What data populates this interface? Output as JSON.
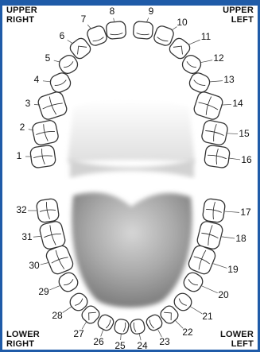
{
  "labels": {
    "upper_right": [
      "UPPER",
      "RIGHT"
    ],
    "upper_left": [
      "UPPER",
      "LEFT"
    ],
    "lower_right": [
      "LOWER",
      "RIGHT"
    ],
    "lower_left": [
      "LOWER",
      "LEFT"
    ]
  },
  "colors": {
    "frame": "#1f5ba8",
    "tooth_outline": "#333333",
    "tooth_fill": "#ffffff",
    "palate": "#e9e9e9",
    "tongue": "#9a9a9a"
  },
  "teeth": [
    {
      "number": "1",
      "shape": "molar"
    },
    {
      "number": "2",
      "shape": "molar"
    },
    {
      "number": "3",
      "shape": "molar"
    },
    {
      "number": "4",
      "shape": "premolar"
    },
    {
      "number": "5",
      "shape": "premolar"
    },
    {
      "number": "6",
      "shape": "canine"
    },
    {
      "number": "7",
      "shape": "incisor"
    },
    {
      "number": "8",
      "shape": "incisor"
    },
    {
      "number": "9",
      "shape": "incisor"
    },
    {
      "number": "10",
      "shape": "incisor"
    },
    {
      "number": "11",
      "shape": "canine"
    },
    {
      "number": "12",
      "shape": "premolar"
    },
    {
      "number": "13",
      "shape": "premolar"
    },
    {
      "number": "14",
      "shape": "molar"
    },
    {
      "number": "15",
      "shape": "molar"
    },
    {
      "number": "16",
      "shape": "molar"
    },
    {
      "number": "17",
      "shape": "molar"
    },
    {
      "number": "18",
      "shape": "molar"
    },
    {
      "number": "19",
      "shape": "molar"
    },
    {
      "number": "20",
      "shape": "premolar"
    },
    {
      "number": "21",
      "shape": "premolar"
    },
    {
      "number": "22",
      "shape": "canine"
    },
    {
      "number": "23",
      "shape": "incisor"
    },
    {
      "number": "24",
      "shape": "incisor"
    },
    {
      "number": "25",
      "shape": "incisor"
    },
    {
      "number": "26",
      "shape": "incisor"
    },
    {
      "number": "27",
      "shape": "canine"
    },
    {
      "number": "28",
      "shape": "premolar"
    },
    {
      "number": "29",
      "shape": "premolar"
    },
    {
      "number": "30",
      "shape": "molar"
    },
    {
      "number": "31",
      "shape": "molar"
    },
    {
      "number": "32",
      "shape": "molar"
    }
  ]
}
